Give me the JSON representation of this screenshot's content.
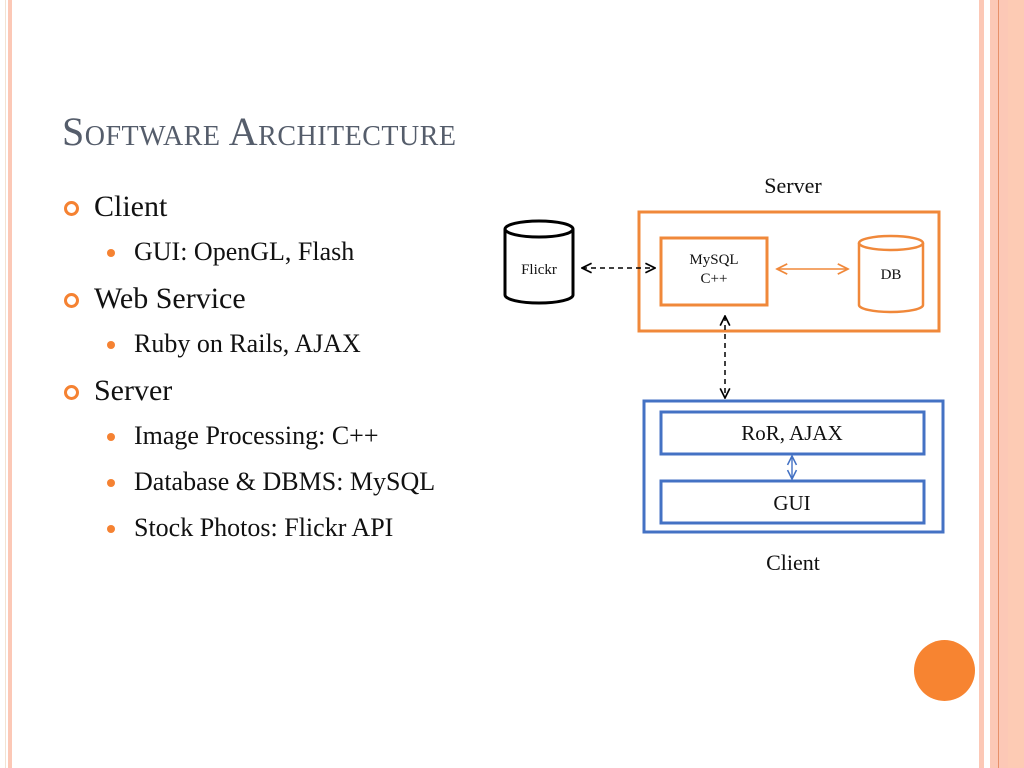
{
  "slide": {
    "title": "Software Architecture",
    "bullets": [
      {
        "label": "Client",
        "sub": [
          "GUI: OpenGL, Flash"
        ]
      },
      {
        "label": "Web Service",
        "sub": [
          "Ruby on Rails, AJAX"
        ]
      },
      {
        "label": "Server",
        "sub": [
          "Image Processing: C++",
          "Database & DBMS: MySQL",
          "Stock Photos: Flickr API"
        ]
      }
    ]
  },
  "diagram": {
    "server_label": "Server",
    "client_label": "Client",
    "flickr_label": "Flickr",
    "mysql_line1": "MySQL",
    "mysql_line2": "C++",
    "db_label": "DB",
    "ror_label": "RoR, AJAX",
    "gui_label": "GUI",
    "colors": {
      "server": "#f0883a",
      "client": "#4472c4",
      "external": "#000000"
    }
  },
  "theme": {
    "accent": "#f58232",
    "title_color": "#555d6b"
  }
}
